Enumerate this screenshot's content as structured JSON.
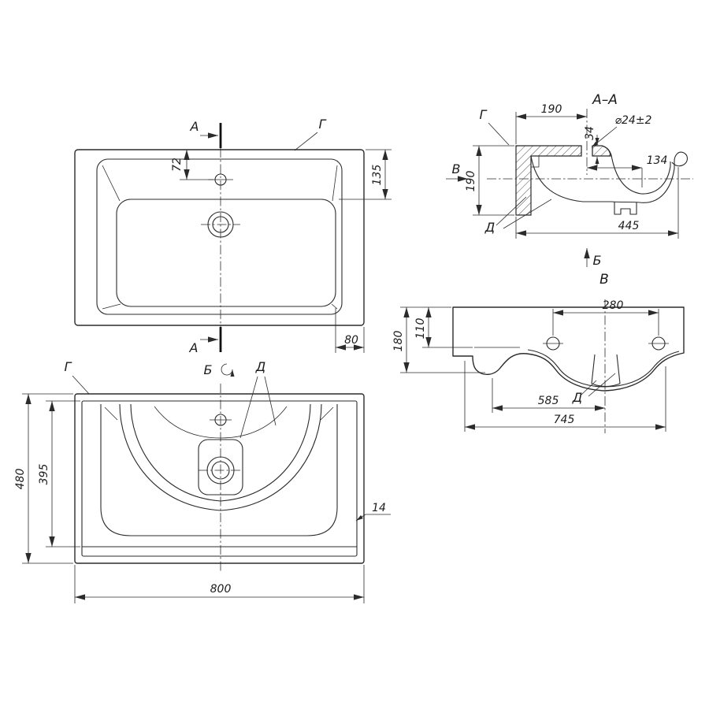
{
  "drawing": {
    "background": "#ffffff",
    "line_color": "#2b2b2b",
    "views": {
      "plan": {
        "section_label_top": "А",
        "section_label_bottom": "А",
        "corner_label": "Г",
        "dims": {
          "faucet_offset": "72",
          "back_depth": "135",
          "side_deck": "80"
        }
      },
      "section": {
        "title": "А–А",
        "corner_label": "Г",
        "view_arrow_left": "В",
        "view_arrow_bottom": "Б",
        "detail_label": "Д",
        "dims": {
          "top_width": "190",
          "deck_thickness": "34",
          "hole_dia": "⌀24±2",
          "hole_to_edge": "134",
          "height": "190",
          "total_depth": "445"
        }
      },
      "view_v": {
        "title": "В",
        "detail_label": "Д",
        "dims": {
          "hole_spacing": "280",
          "height": "180",
          "front_height": "110",
          "drain_offset": "585",
          "width": "745"
        }
      },
      "bottom": {
        "view_label": "Б",
        "corner_label": "Г",
        "detail_label": "Д",
        "dims": {
          "depth": "480",
          "inner_depth": "395",
          "width": "800",
          "wall": "14"
        }
      }
    }
  }
}
